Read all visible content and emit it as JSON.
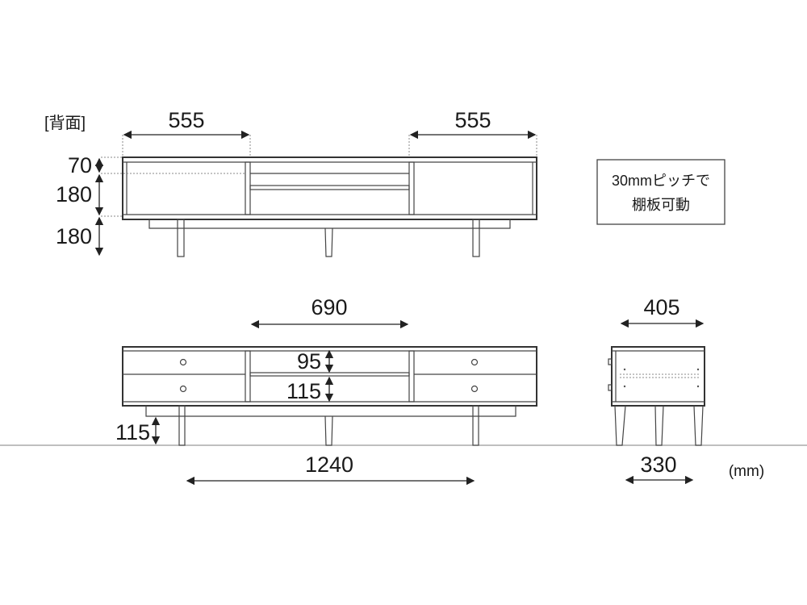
{
  "back_view": {
    "label": "[背面]",
    "width_left": "555",
    "width_right": "555",
    "height_top": "70",
    "height_middle": "180",
    "height_legs": "180"
  },
  "note": {
    "line1": "30mmピッチで",
    "line2": "棚板可動"
  },
  "front_view": {
    "center_width": "690",
    "upper_drawer": "95",
    "lower_drawer": "115",
    "leg_clearance": "115",
    "leg_span": "1240"
  },
  "side_view": {
    "depth": "405",
    "leg_span": "330"
  },
  "unit": "(mm)"
}
